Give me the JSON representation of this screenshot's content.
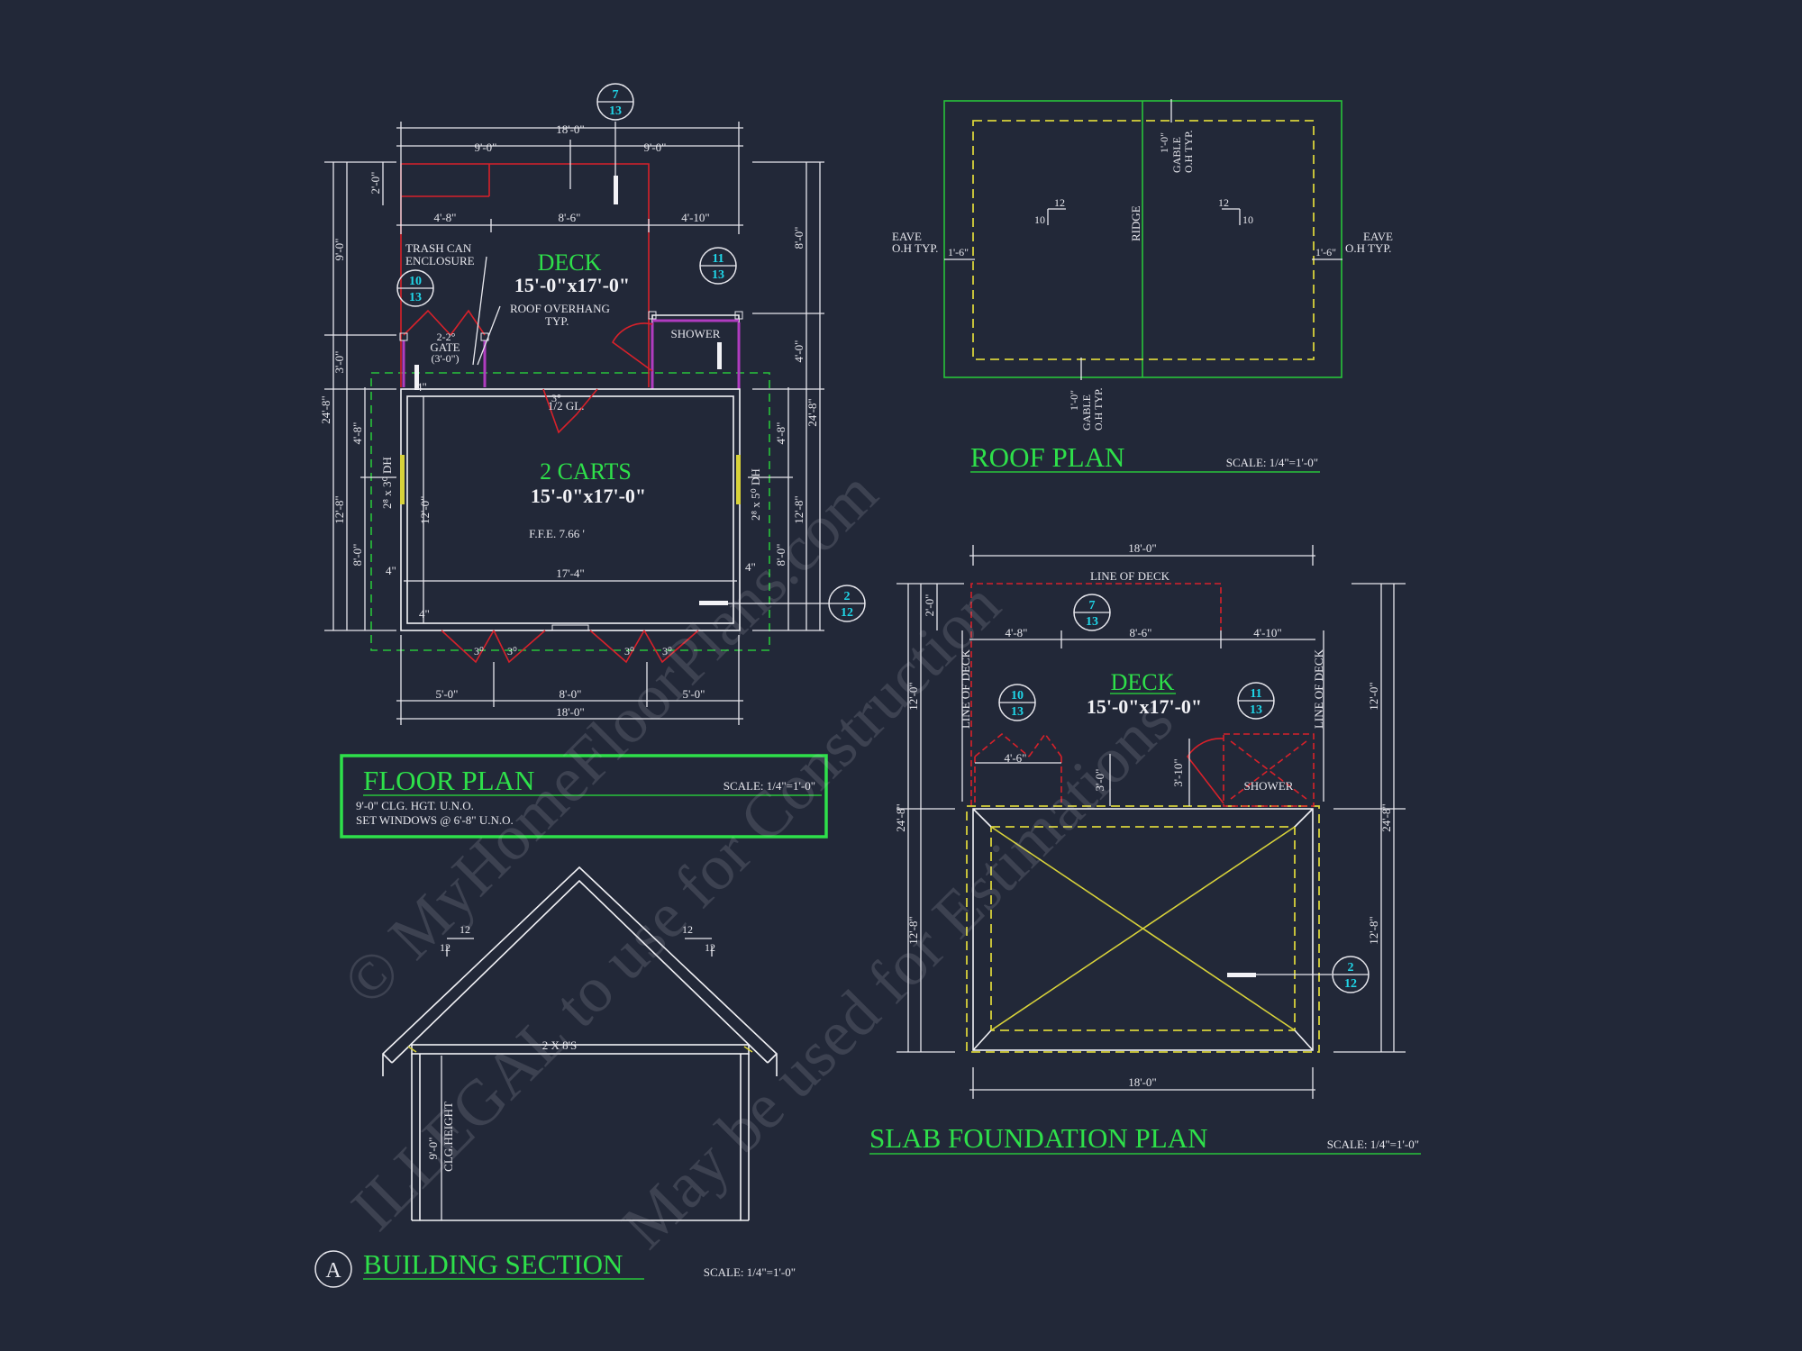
{
  "floor_plan": {
    "deck_title": "DECK",
    "deck_size": "15'-0\"x17'-0\"",
    "room_title": "2 CARTS",
    "room_size": "15'-0\"x17'-0\"",
    "trash_label_1": "TRASH CAN",
    "trash_label_2": "ENCLOSURE",
    "gate_size": "2-2°",
    "gate_label": "GATE",
    "gate_dim": "(3'-0\")",
    "overhang_1": "ROOF OVERHANG",
    "overhang_2": "TYP.",
    "shower": "SHOWER",
    "door_glass": "1/2 GL.",
    "door_top": "3°",
    "window_left": "2⁸ x 3⁰ DH",
    "window_right": "2⁸ x 5⁰ DH",
    "ffe": "F.F.E. 7.66 '",
    "interior_width": "17'-4\"",
    "interior_height": "12'-0\"",
    "wall_left": "4\"",
    "wall_right": "4\"",
    "wall_bottom": "4\"",
    "wall_top": "4\"",
    "bottom_doors": [
      "3⁰",
      "3⁰",
      "3⁰",
      "3⁰"
    ],
    "dims": {
      "top_total": "18'-0\"",
      "top_left_half": "9'-0\"",
      "top_right_half": "9'-0\"",
      "deck_left": "4'-8\"",
      "deck_mid": "8'-6\"",
      "deck_right": "4'-10\"",
      "bottom_left": "5'-0\"",
      "bottom_mid": "8'-0\"",
      "bottom_right": "5'-0\"",
      "bottom_total": "18'-0\"",
      "left_total": "24'-8\"",
      "left_top": "9'-0\"",
      "left_mid": "3'-0\"",
      "left_bottom": "12'-8\"",
      "left_2": "2'-0\"",
      "left_win_top": "4'-8\"",
      "left_win_bot": "8'-0\"",
      "right_total": "24'-8\"",
      "right_top": "8'-0\"",
      "right_mid": "4'-0\"",
      "right_bottom": "12'-8\"",
      "right_win_top": "4'-8\"",
      "right_win_bot": "8'-0\""
    },
    "callouts": [
      {
        "num": "7",
        "sheet": "13"
      },
      {
        "num": "10",
        "sheet": "13"
      },
      {
        "num": "11",
        "sheet": "13"
      },
      {
        "num": "2",
        "sheet": "12"
      }
    ],
    "title": "FLOOR PLAN",
    "scale": "SCALE: 1/4\"=1'-0\"",
    "note_1": "9'-0\" CLG. HGT. U.N.O.",
    "note_2": "SET WINDOWS @ 6'-8\" U.N.O."
  },
  "roof_plan": {
    "eave_left_1": "EAVE",
    "eave_left_2": "O.H TYP.",
    "eave_right_1": "EAVE",
    "eave_right_2": "O.H TYP.",
    "ridge": "RIDGE",
    "overhang_left": "1'-6\"",
    "overhang_right": "1'-6\"",
    "gable_top_dim": "1'-0\"",
    "gable_top_1": "GABLE",
    "gable_top_2": "O.H TYP.",
    "gable_bot_dim": "1'-0\"",
    "gable_bot_1": "GABLE",
    "gable_bot_2": "O.H TYP.",
    "pitch_rise": "10",
    "pitch_run": "12",
    "title": "ROOF PLAN",
    "scale": "SCALE: 1/4\"=1'-0\""
  },
  "section": {
    "marker": "A",
    "title": "BUILDING SECTION",
    "scale": "SCALE: 1/4\"=1'-0\"",
    "joist": "2 X 8'S",
    "ceiling_dim": "9'-0\"",
    "ceiling_label": "CLG.HEIGHT",
    "pitch": "12"
  },
  "foundation": {
    "line_of_deck": "LINE OF DECK",
    "deck_title": "DECK",
    "deck_size": "15'-0\"x17'-0\"",
    "shower": "SHOWER",
    "dims": {
      "top": "18'-0\"",
      "bottom": "18'-0\"",
      "deck_left": "4'-8\"",
      "deck_mid": "8'-6\"",
      "deck_right": "4'-10\"",
      "left_total": "24'-8\"",
      "left_top": "12'-0\"",
      "left_bottom": "12'-8\"",
      "left_2": "2'-0\"",
      "right_total": "24'-8\"",
      "right_top": "12'-0\"",
      "right_bottom": "12'-8\"",
      "gate": "4'-6\"",
      "gate_h": "3'-0\"",
      "shower_h": "3'-10\""
    },
    "callouts": [
      {
        "num": "7",
        "sheet": "13"
      },
      {
        "num": "10",
        "sheet": "13"
      },
      {
        "num": "11",
        "sheet": "13"
      },
      {
        "num": "2",
        "sheet": "12"
      }
    ],
    "title": "SLAB FOUNDATION PLAN",
    "scale": "SCALE: 1/4\"=1'-0\""
  },
  "watermark": {
    "line_1": "© MyHomeFloorPlans.com",
    "line_2": "ILLEGAL to use for Construction",
    "line_3": "May be used for Estimations"
  },
  "colors": {
    "background": "#222838",
    "title_green": "#2ee04a",
    "callout_cyan": "#1fd6e8",
    "deck_red": "#d8212a"
  }
}
